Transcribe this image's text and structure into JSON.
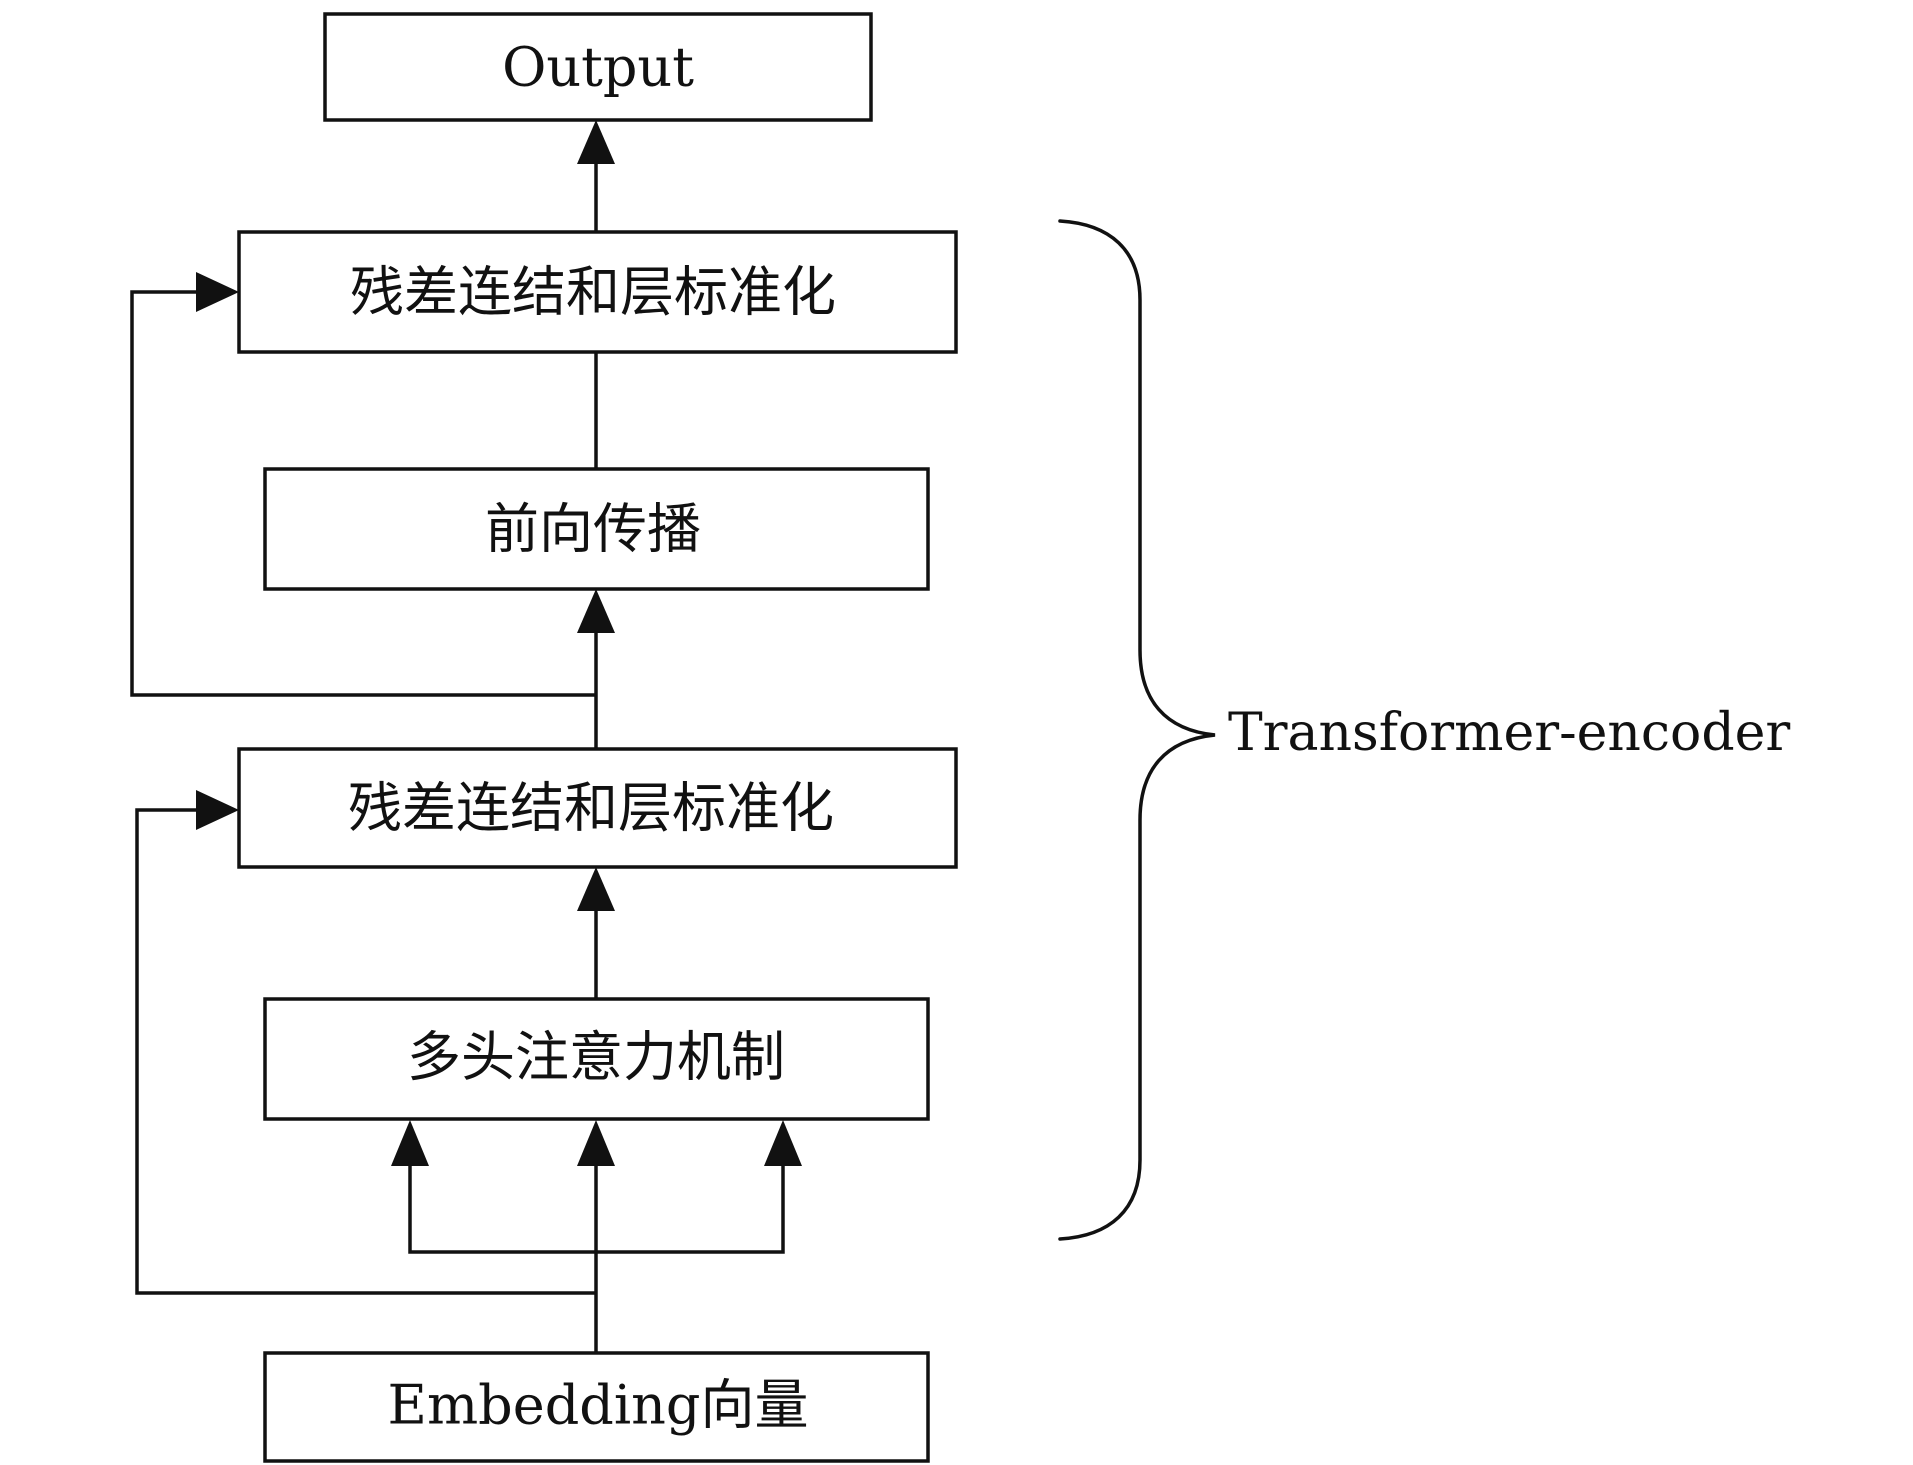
{
  "diagram": {
    "nodes": {
      "output": "Output",
      "add_norm_top": "残差连结和层标准化",
      "feed_forward": "前向传播",
      "add_norm_bottom": "残差连结和层标准化",
      "multi_head_attention": "多头注意力机制",
      "embedding": "Embedding向量"
    },
    "brace_label": "Transformer-encoder"
  }
}
